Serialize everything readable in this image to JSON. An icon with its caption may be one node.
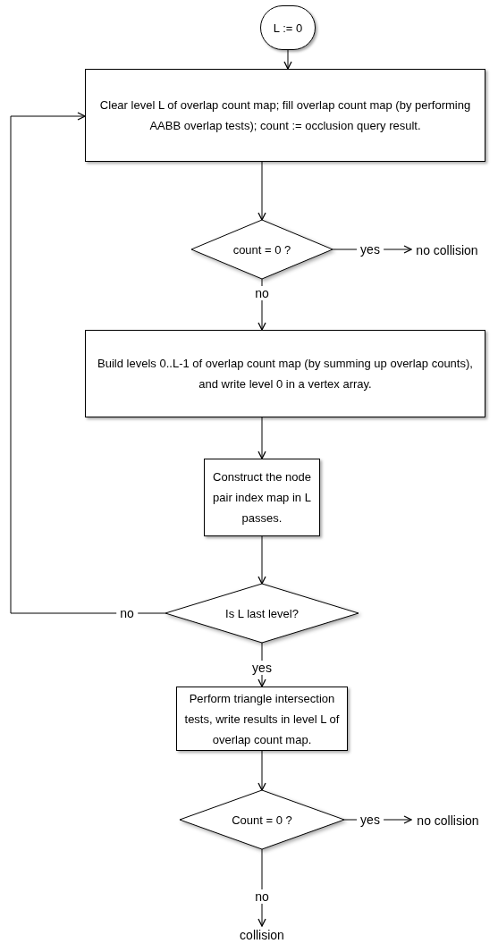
{
  "diagram": {
    "nodes": [
      {
        "text": [
          "L := 0"
        ]
      },
      {
        "text": [
          "Clear level L of overlap count map; fill overlap count map (by performing AABB overlap tests); count := occlusion query result."
        ]
      },
      {
        "text": [
          "count = 0 ?"
        ]
      },
      {
        "text": [
          "no collision"
        ]
      },
      {
        "text": [
          "Build levels 0..L-1 of overlap count map (by summing up overlap counts), and write level 0 in a vertex array."
        ]
      },
      {
        "text": [
          "Construct the node pair index map in L passes."
        ]
      },
      {
        "text": [
          "Is L last level?"
        ]
      },
      {
        "text": [
          "Perform triangle intersection tests, write results in level L of overlap count map."
        ]
      },
      {
        "text": [
          "Count = 0 ?"
        ]
      },
      {
        "text": [
          "no collision"
        ]
      },
      {
        "text": [
          "collision"
        ]
      }
    ],
    "edges": [
      {
        "from": 0,
        "to": 1,
        "arrow": "to"
      },
      {
        "from": 1,
        "to": 2,
        "arrow": "to"
      },
      {
        "from": 2,
        "to": 3,
        "arrow": "to",
        "label": "yes"
      },
      {
        "from": 2,
        "to": 4,
        "arrow": "to",
        "label": "no"
      },
      {
        "from": 4,
        "to": 5,
        "arrow": "to"
      },
      {
        "from": 5,
        "to": 6,
        "arrow": "to"
      },
      {
        "from": 6,
        "to": 1,
        "arrow": "to",
        "label": "no"
      },
      {
        "from": 6,
        "to": 7,
        "arrow": "to",
        "label": "yes"
      },
      {
        "from": 7,
        "to": 8,
        "arrow": "to"
      },
      {
        "from": 8,
        "to": 9,
        "arrow": "to",
        "label": "yes"
      },
      {
        "from": 8,
        "to": 10,
        "arrow": "to",
        "label": "no"
      }
    ]
  }
}
